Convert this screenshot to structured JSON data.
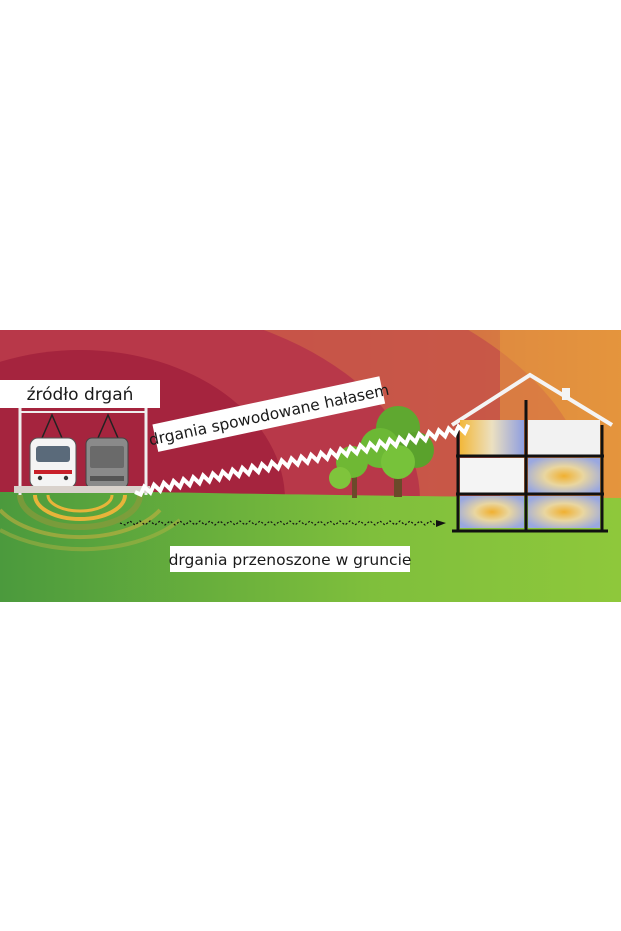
{
  "diagram": {
    "labels": {
      "source": "źródło drgań",
      "airborne": "drgania spowodowane hałasem",
      "ground": "drgania przenoszone w gruncie"
    },
    "colors": {
      "sky_inner": "#a8283c",
      "sky_mid": "#bf4a44",
      "sky_outer": "#e0883e",
      "ground_left": "#4c9a3c",
      "ground_right": "#8cc63c",
      "ripple": "#e9b43a",
      "wave": "#ffffff"
    }
  }
}
